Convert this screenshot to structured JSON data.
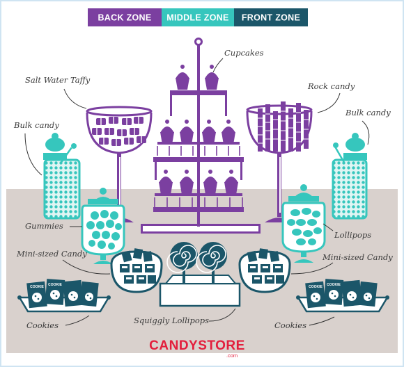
{
  "zones": {
    "back": "BACK ZONE",
    "middle": "MIDDLE ZONE",
    "front": "FRONT ZONE"
  },
  "labels": {
    "cupcakes": "Cupcakes",
    "salt_water_taffy": "Salt Water Taffy",
    "rock_candy": "Rock candy",
    "bulk_candy_left": "Bulk candy",
    "bulk_candy_right": "Bulk candy",
    "gummies": "Gummies",
    "lollipops": "Lollipops",
    "mini_sized_candy_left": "Mini-sized Candy",
    "mini_sized_candy_right": "Mini-sized Candy",
    "cookies_left": "Cookies",
    "cookies_right": "Cookies",
    "squiggly_lollipops": "Squiggly Lollipops"
  },
  "packaging": {
    "cookie_box": "COOKIE"
  },
  "brand": {
    "name": "CANDYSTORE",
    "suffix": ".com"
  },
  "colors": {
    "back_zone": "#7b3fa0",
    "middle_zone": "#36c6bd",
    "front_zone": "#1b5669",
    "floor": "#d9d1cd",
    "brand": "#e31e3c"
  }
}
